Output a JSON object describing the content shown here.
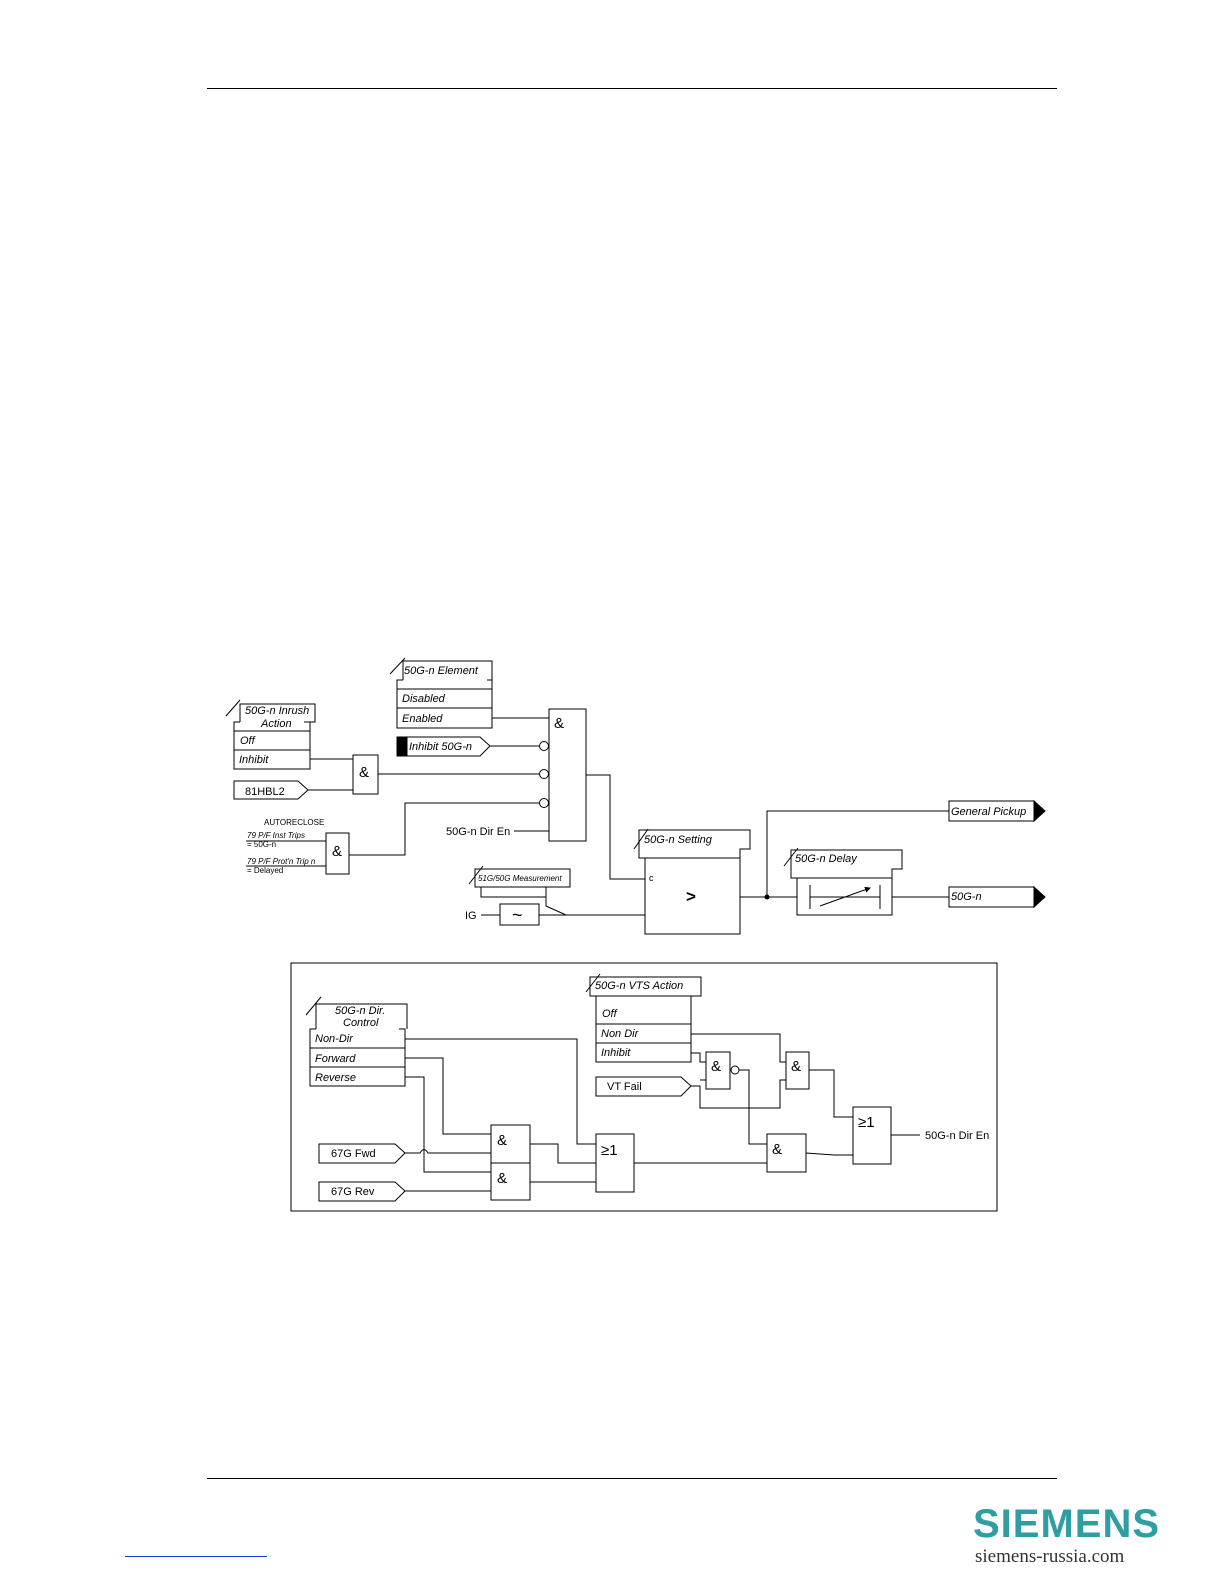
{
  "inrush": {
    "title_line1": "50G-n Inrush",
    "title_line2": "Action",
    "options": [
      "Off",
      "Inhibit"
    ]
  },
  "element": {
    "title": "50G-n Element",
    "options": [
      "Disabled",
      "Enabled"
    ]
  },
  "inputs": {
    "inhibit": "Inhibit 50G-n",
    "hbl2": "81HBL2",
    "dir_en": "50G-n Dir En",
    "ig": "IG"
  },
  "autoreclose": {
    "title": "AUTORECLOSE",
    "line1": "79 P/F Inst Trips",
    "line1b": "= 50G-n",
    "line2": "79 P/F Prot'n Trip n",
    "line2b": "= Delayed"
  },
  "measurement": {
    "title": "51G/50G Measurement",
    "symbol": "~"
  },
  "setting": {
    "title": "50G-n Setting",
    "c_label": "c",
    "op": ">"
  },
  "delay": {
    "title": "50G-n Delay"
  },
  "outputs": {
    "general_pickup": "General Pickup",
    "out": "50G-n"
  },
  "gates": {
    "and": "&",
    "or": "≥1"
  },
  "dir_control": {
    "title_line1": "50G-n Dir.",
    "title_line2": "Control",
    "options": [
      "Non-Dir",
      "Forward",
      "Reverse"
    ]
  },
  "vts_action": {
    "title": "50G-n VTS Action",
    "options": [
      "Off",
      "Non Dir",
      "Inhibit"
    ]
  },
  "lower_inputs": {
    "vt_fail": "VT Fail",
    "fwd": "67G Fwd",
    "rev": "67G Rev"
  },
  "lower_output": "50G-n Dir En",
  "logo": {
    "word": "SIEMENS",
    "url": "siemens-russia.com"
  },
  "colors": {
    "logo": "#2f9ea3",
    "link": "#1a3cc8"
  }
}
